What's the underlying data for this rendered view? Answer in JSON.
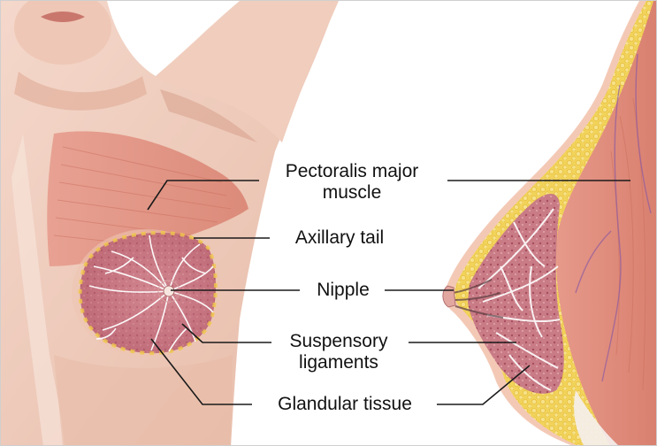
{
  "labels": {
    "pectoralis": {
      "line1": "Pectoralis major",
      "line2": "muscle"
    },
    "axillary_tail": "Axillary tail",
    "nipple": "Nipple",
    "suspensory": {
      "line1": "Suspensory",
      "line2": "ligaments"
    },
    "glandular": "Glandular tissue"
  },
  "colors": {
    "skin": "#f1cfc0",
    "skin_shadow": "#e3b5a2",
    "muscle": "#e79a8b",
    "muscle_dark": "#d27564",
    "fat": "#f2d35a",
    "fat_dark": "#e0b52f",
    "gland": "#c97c86",
    "gland_dark": "#a74e5f",
    "ligament": "#ffffff",
    "leader_line": "#1a1a1a"
  }
}
